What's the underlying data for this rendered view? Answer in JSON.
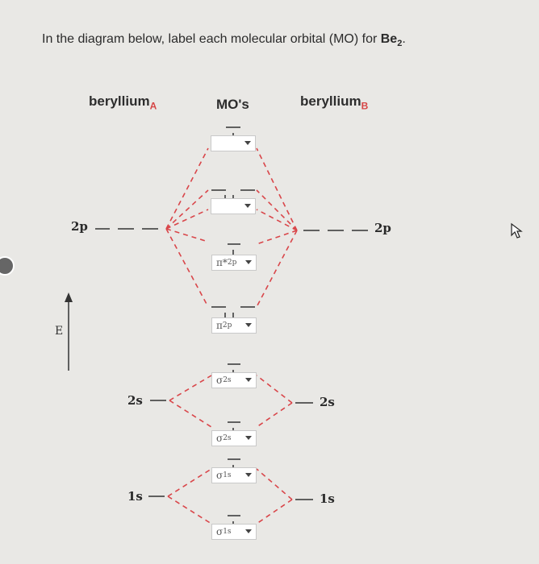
{
  "prompt": {
    "text": "In the diagram below, label each molecular orbital (MO) for ",
    "molecule": "Be",
    "molecule_sub": "2",
    "end": "."
  },
  "headers": {
    "left": "beryllium",
    "left_sub": "A",
    "middle": "MO's",
    "right": "beryllium",
    "right_sub": "B"
  },
  "energy_axis_label": "E",
  "atomic_levels": {
    "left_2p": "2p",
    "left_2s": "2s",
    "left_1s": "1s",
    "right_2p": "2p",
    "right_2s": "2s",
    "right_1s": "1s"
  },
  "mo_dropdowns": [
    {
      "selected": ""
    },
    {
      "selected": ""
    },
    {
      "selected_symbol": "π*",
      "selected_sub": "2p"
    },
    {
      "selected_symbol": "π",
      "selected_sub": "2p"
    },
    {
      "selected_symbol": "σ",
      "selected_sub": "2s"
    },
    {
      "selected_symbol": "σ",
      "selected_sub": "2s"
    },
    {
      "selected_symbol": "σ",
      "selected_sub": "1s"
    },
    {
      "selected_symbol": "σ",
      "selected_sub": "1s"
    }
  ],
  "colors": {
    "background": "#e9e8e5",
    "correlation_line": "#d9464a",
    "level_line": "#333333"
  }
}
